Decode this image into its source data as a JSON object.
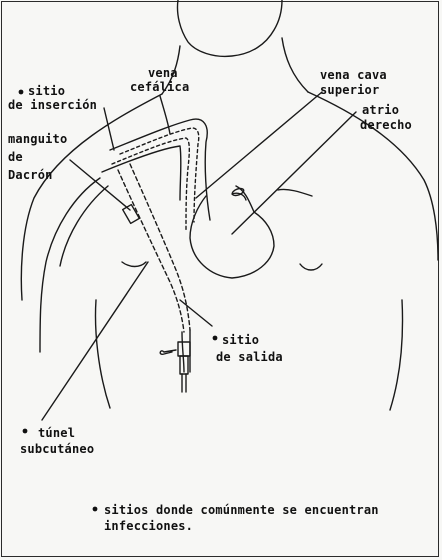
{
  "labels": {
    "vena_cefalica_1": "vena",
    "vena_cefalica_2": "cefálica",
    "sitio_insercion_1": "sitio",
    "sitio_insercion_2": "de inserción",
    "vena_cava_1": "vena cava",
    "vena_cava_2": "superior",
    "atrio_1": "atrio",
    "atrio_2": "derecho",
    "manguito_1": "manguito",
    "manguito_2": "de",
    "manguito_3": "Dacrón",
    "sitio_salida_1": "sitio",
    "sitio_salida_2": "de salida",
    "tunel_1": "túnel",
    "tunel_2": "subcutáneo",
    "legend_1": "sitios donde comúnmente se encuentran",
    "legend_2": "infecciones."
  }
}
